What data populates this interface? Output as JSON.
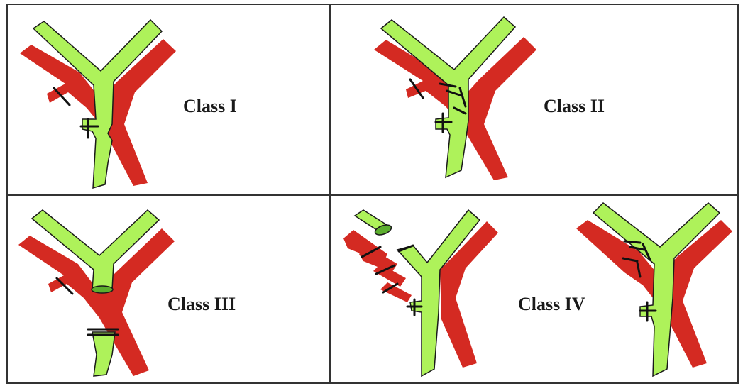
{
  "figure": {
    "colors": {
      "vessel_red": "#d42a22",
      "graft_green": "#aef25a",
      "outline": "#1a1a1a",
      "ligature": "#111111",
      "grid": "#333333",
      "background": "#ffffff"
    },
    "panels": [
      {
        "label": "Class I"
      },
      {
        "label": "Class II"
      },
      {
        "label": "Class III"
      },
      {
        "label": "Class IV"
      }
    ]
  }
}
